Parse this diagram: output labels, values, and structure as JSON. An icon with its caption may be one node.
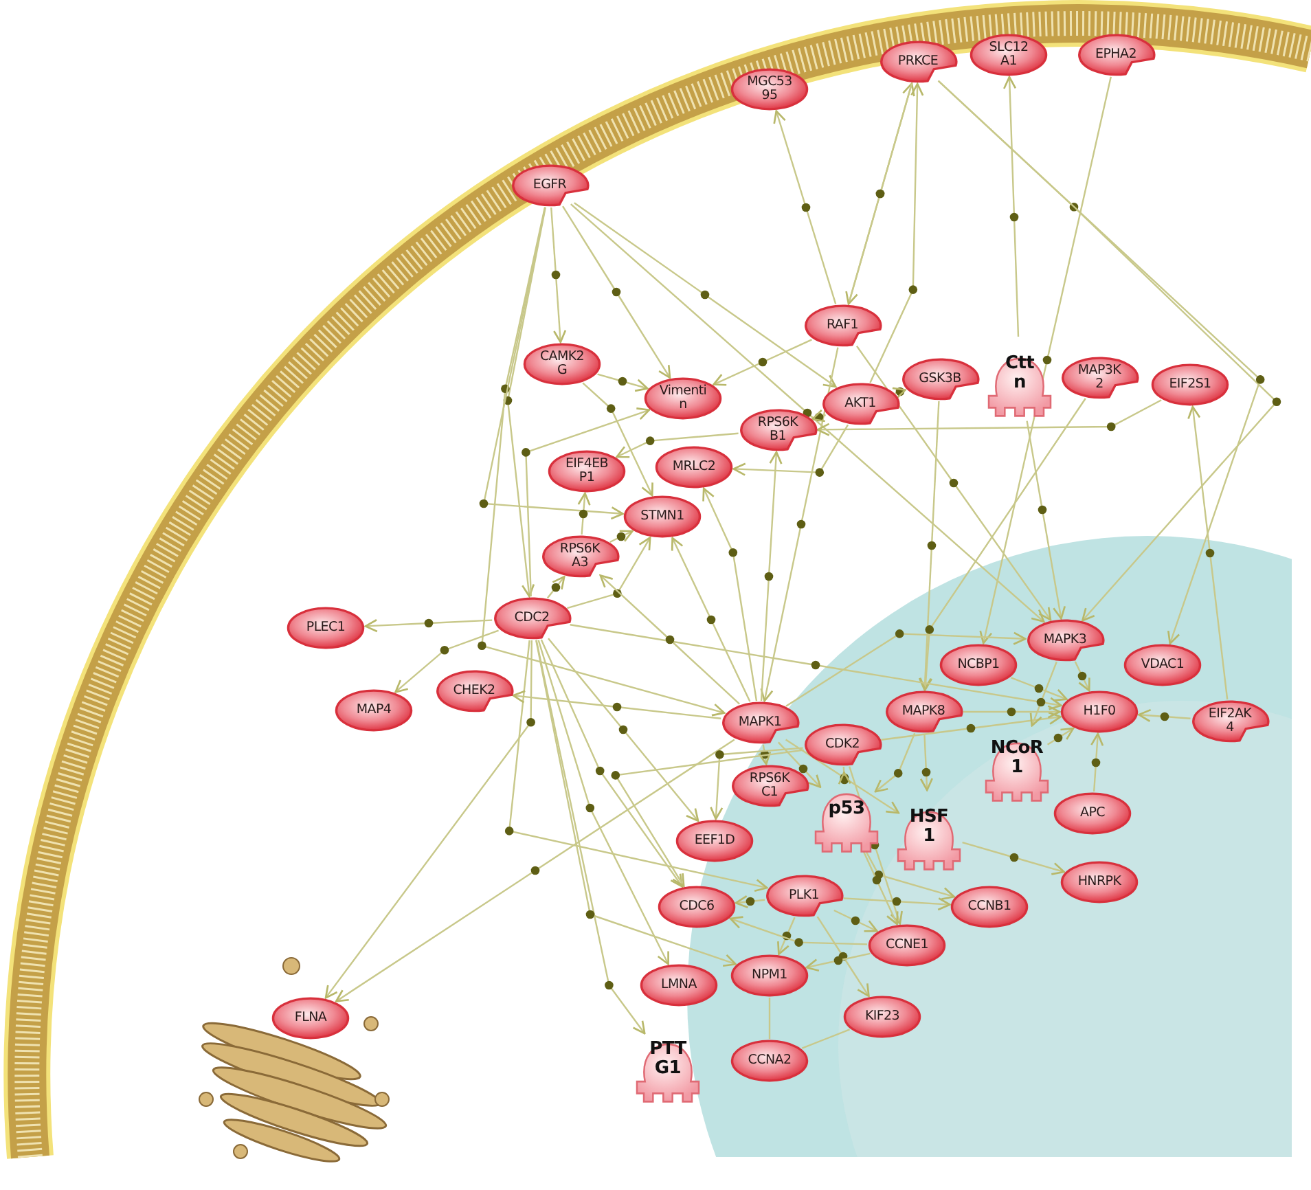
{
  "diagram": {
    "nodes": [
      {
        "text": [
          "PRKCE"
        ]
      },
      {
        "text": [
          "SLC12 A1"
        ]
      },
      {
        "text": [
          "EPHA2"
        ]
      },
      {
        "text": [
          "MGC53 95"
        ]
      },
      {
        "text": [
          "EGFR"
        ]
      },
      {
        "text": [
          "RAF1"
        ]
      },
      {
        "text": [
          "CAMK2 G"
        ]
      },
      {
        "text": [
          "Vimenti n"
        ]
      },
      {
        "text": [
          "GSK3B"
        ]
      },
      {
        "text": [
          "Ctt n"
        ]
      },
      {
        "text": [
          "MAP3K 2"
        ]
      },
      {
        "text": [
          "EIF2S1"
        ]
      },
      {
        "text": [
          "AKT1"
        ]
      },
      {
        "text": [
          "RPS6K B1"
        ]
      },
      {
        "text": [
          "EIF4EB P1"
        ]
      },
      {
        "text": [
          "MRLC2"
        ]
      },
      {
        "text": [
          "STMN1"
        ]
      },
      {
        "text": [
          "RPS6K A3"
        ]
      },
      {
        "text": [
          "CDC2"
        ]
      },
      {
        "text": [
          "PLEC1"
        ]
      },
      {
        "text": [
          "MAP4"
        ]
      },
      {
        "text": [
          "CHEK2"
        ]
      },
      {
        "text": [
          "MAPK3"
        ]
      },
      {
        "text": [
          "NCBP1"
        ]
      },
      {
        "text": [
          "VDAC1"
        ]
      },
      {
        "text": [
          "MAPK8"
        ]
      },
      {
        "text": [
          "MAPK1"
        ]
      },
      {
        "text": [
          "CDK2"
        ]
      },
      {
        "text": [
          "H1F0"
        ]
      },
      {
        "text": [
          "EIF2AK 4"
        ]
      },
      {
        "text": [
          "NCoR 1"
        ]
      },
      {
        "text": [
          "RPS6K C1"
        ]
      },
      {
        "text": [
          "APC"
        ]
      },
      {
        "text": [
          "p53"
        ]
      },
      {
        "text": [
          "HSF 1"
        ]
      },
      {
        "text": [
          "EEF1D"
        ]
      },
      {
        "text": [
          "PLK1"
        ]
      },
      {
        "text": [
          "HNRPK"
        ]
      },
      {
        "text": [
          "CCNB1"
        ]
      },
      {
        "text": [
          "CDC6"
        ]
      },
      {
        "text": [
          "CCNE1"
        ]
      },
      {
        "text": [
          "LMNA"
        ]
      },
      {
        "text": [
          "NPM1"
        ]
      },
      {
        "text": [
          "KIF23"
        ]
      },
      {
        "text": [
          "FLNA"
        ]
      },
      {
        "text": [
          "PTT G1"
        ]
      },
      {
        "text": [
          "CCNA2"
        ]
      }
    ],
    "edges": [
      {
        "from": 5,
        "to": 3,
        "arrow": "to"
      },
      {
        "from": 5,
        "to": 0,
        "arrow": "to"
      },
      {
        "from": 12,
        "to": 0,
        "arrow": "to"
      },
      {
        "from": 0,
        "to": 5,
        "arrow": "to"
      },
      {
        "from": 0,
        "to": 22,
        "arrow": "to"
      },
      {
        "from": 0,
        "to": 24,
        "arrow": "to"
      },
      {
        "from": 9,
        "to": 1,
        "arrow": "to"
      },
      {
        "from": 2,
        "to": 23,
        "arrow": "to"
      },
      {
        "from": 4,
        "to": 6,
        "arrow": "to"
      },
      {
        "from": 4,
        "to": 18,
        "arrow": "to"
      },
      {
        "from": 4,
        "to": 7,
        "arrow": "to"
      },
      {
        "from": 4,
        "to": 12,
        "arrow": "to"
      },
      {
        "from": 4,
        "to": 26,
        "arrow": "to"
      },
      {
        "from": 4,
        "to": 16,
        "arrow": "to"
      },
      {
        "from": 4,
        "to": 22,
        "arrow": "to"
      },
      {
        "from": 5,
        "to": 7,
        "arrow": "to"
      },
      {
        "from": 5,
        "to": 22,
        "arrow": "to"
      },
      {
        "from": 5,
        "to": 26,
        "arrow": "to"
      },
      {
        "from": 12,
        "to": 8,
        "arrow": "to"
      },
      {
        "from": 12,
        "to": 13,
        "arrow": "to"
      },
      {
        "from": 12,
        "to": 15,
        "arrow": "to"
      },
      {
        "from": 8,
        "to": 25,
        "arrow": "to"
      },
      {
        "from": 9,
        "to": 22,
        "arrow": "to"
      },
      {
        "from": 10,
        "to": 25,
        "arrow": "to"
      },
      {
        "from": 29,
        "to": 11,
        "arrow": "to"
      },
      {
        "from": 11,
        "to": 13,
        "arrow": "to"
      },
      {
        "from": 29,
        "to": 28,
        "arrow": "to"
      },
      {
        "from": 6,
        "to": 7,
        "arrow": "to"
      },
      {
        "from": 6,
        "to": 16,
        "arrow": "to"
      },
      {
        "from": 13,
        "to": 14,
        "arrow": "to"
      },
      {
        "from": 17,
        "to": 14,
        "arrow": "to"
      },
      {
        "from": 17,
        "to": 16,
        "arrow": "to"
      },
      {
        "from": 18,
        "to": 19,
        "arrow": "to"
      },
      {
        "from": 18,
        "to": 20,
        "arrow": "to"
      },
      {
        "from": 18,
        "to": 44,
        "arrow": "to"
      },
      {
        "from": 18,
        "to": 35,
        "arrow": "to"
      },
      {
        "from": 18,
        "to": 39,
        "arrow": "to"
      },
      {
        "from": 18,
        "to": 41,
        "arrow": "to"
      },
      {
        "from": 18,
        "to": 45,
        "arrow": "to"
      },
      {
        "from": 18,
        "to": 36,
        "arrow": "to"
      },
      {
        "from": 18,
        "to": 7,
        "arrow": "to"
      },
      {
        "from": 18,
        "to": 17,
        "arrow": "to"
      },
      {
        "from": 18,
        "to": 16,
        "arrow": "to"
      },
      {
        "from": 18,
        "to": 28,
        "arrow": "to"
      },
      {
        "from": 18,
        "to": 42,
        "arrow": "to"
      },
      {
        "from": 26,
        "to": 21,
        "arrow": "to"
      },
      {
        "from": 26,
        "to": 17,
        "arrow": "to"
      },
      {
        "from": 26,
        "to": 13,
        "arrow": "to"
      },
      {
        "from": 26,
        "to": 16,
        "arrow": "to"
      },
      {
        "from": 26,
        "to": 44,
        "arrow": "to"
      },
      {
        "from": 26,
        "to": 15,
        "arrow": "to"
      },
      {
        "from": 26,
        "to": 33,
        "arrow": "to"
      },
      {
        "from": 26,
        "to": 34,
        "arrow": "to"
      },
      {
        "from": 26,
        "to": 31,
        "arrow": "to"
      },
      {
        "from": 26,
        "to": 22,
        "arrow": "to"
      },
      {
        "from": 27,
        "to": 33,
        "arrow": "to"
      },
      {
        "from": 27,
        "to": 28,
        "arrow": "to"
      },
      {
        "from": 27,
        "to": 39,
        "arrow": "to"
      },
      {
        "from": 27,
        "to": 40,
        "arrow": "to"
      },
      {
        "from": 27,
        "to": 35,
        "arrow": "to"
      },
      {
        "from": 25,
        "to": 33,
        "arrow": "to"
      },
      {
        "from": 25,
        "to": 34,
        "arrow": "to"
      },
      {
        "from": 25,
        "to": 28,
        "arrow": "to"
      },
      {
        "from": 22,
        "to": 30,
        "arrow": "to"
      },
      {
        "from": 22,
        "to": 28,
        "arrow": "to"
      },
      {
        "from": 23,
        "to": 28,
        "arrow": "to"
      },
      {
        "from": 30,
        "to": 28,
        "arrow": "to"
      },
      {
        "from": 32,
        "to": 28,
        "arrow": "to"
      },
      {
        "from": 33,
        "to": 38,
        "arrow": "to"
      },
      {
        "from": 33,
        "to": 40,
        "arrow": "to"
      },
      {
        "from": 34,
        "to": 37,
        "arrow": "to"
      },
      {
        "from": 36,
        "to": 38,
        "arrow": "to"
      },
      {
        "from": 36,
        "to": 40,
        "arrow": "to"
      },
      {
        "from": 36,
        "to": 43,
        "arrow": "to"
      },
      {
        "from": 36,
        "to": 42,
        "arrow": "to"
      },
      {
        "from": 36,
        "to": 39,
        "arrow": "to"
      },
      {
        "from": 40,
        "to": 39,
        "arrow": "to"
      },
      {
        "from": 40,
        "to": 42,
        "arrow": "to"
      },
      {
        "from": 42,
        "to": 46,
        "arrow": "none"
      },
      {
        "from": 46,
        "to": 43,
        "arrow": "none"
      }
    ]
  }
}
